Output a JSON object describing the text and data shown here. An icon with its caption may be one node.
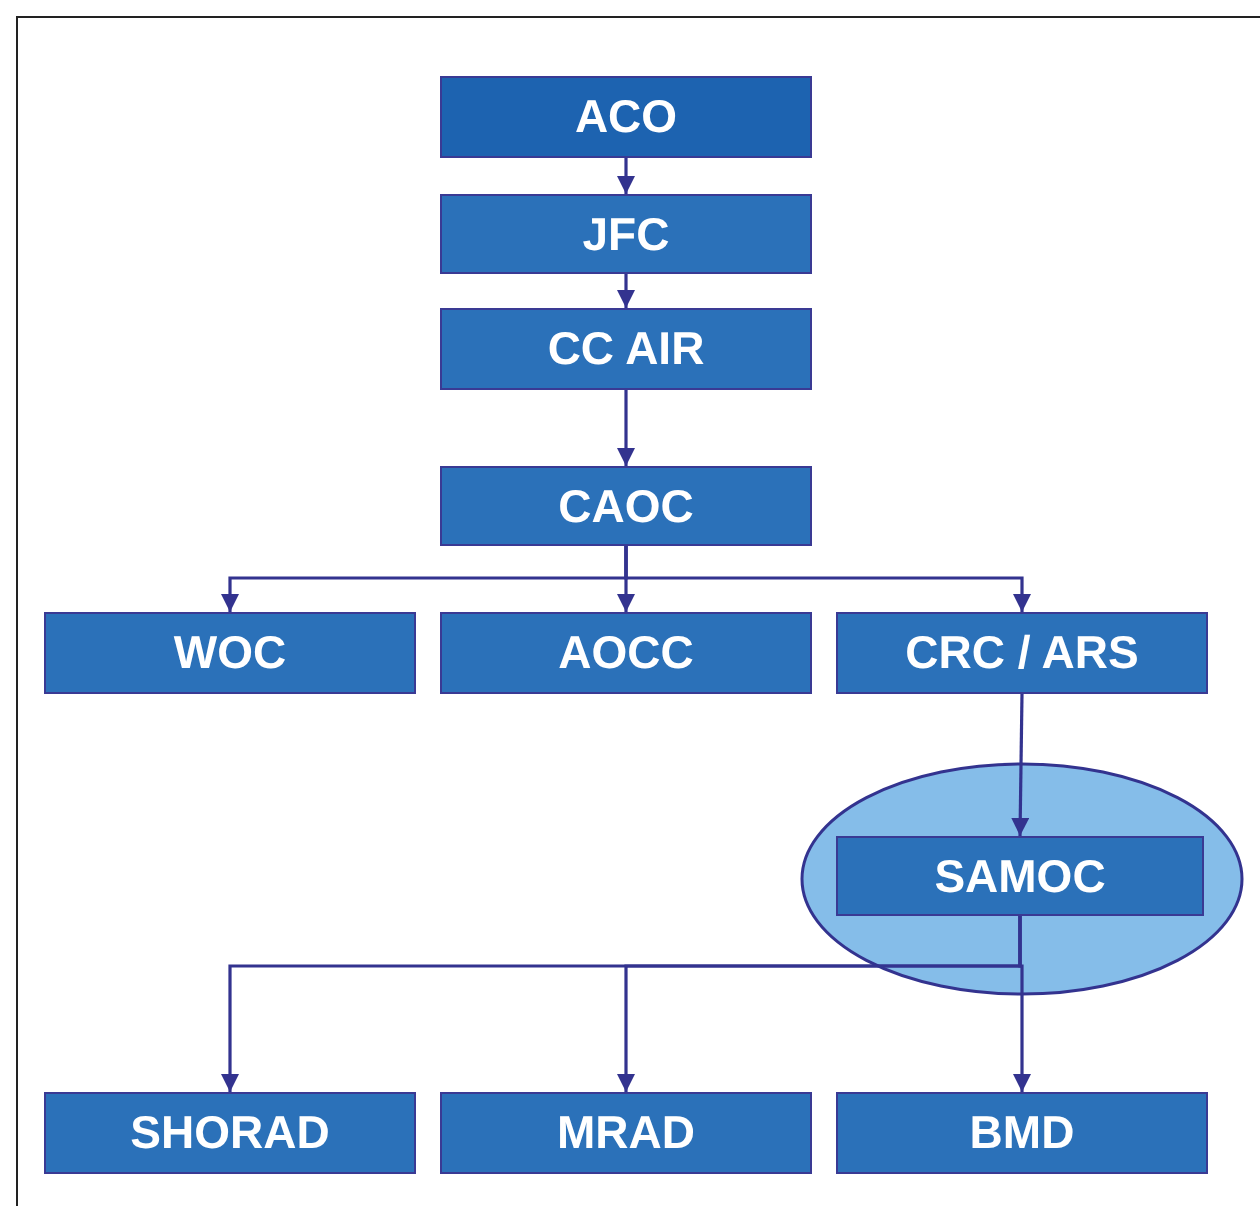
{
  "diagram": {
    "nodes": [
      {
        "text": [
          "ACO"
        ]
      },
      {
        "text": [
          "JFC"
        ]
      },
      {
        "text": [
          "CC AIR"
        ]
      },
      {
        "text": [
          "CAOC"
        ]
      },
      {
        "text": [
          "WOC"
        ]
      },
      {
        "text": [
          "AOCC"
        ]
      },
      {
        "text": [
          "CRC / ARS"
        ]
      },
      {
        "text": [],
        "shape": "circle"
      },
      {
        "text": [
          "SAMOC"
        ],
        "in": 7
      },
      {
        "text": [
          "SHORAD"
        ]
      },
      {
        "text": [
          "MRAD"
        ]
      },
      {
        "text": [
          "BMD"
        ]
      }
    ],
    "edges": [
      {
        "from": 0,
        "to": 1,
        "arrow": "to"
      },
      {
        "from": 1,
        "to": 2,
        "arrow": "to"
      },
      {
        "from": 2,
        "to": 3,
        "arrow": "to"
      },
      {
        "from": 3,
        "to": 4,
        "arrow": "to"
      },
      {
        "from": 3,
        "to": 5,
        "arrow": "to"
      },
      {
        "from": 3,
        "to": 6,
        "arrow": "to"
      },
      {
        "from": 6,
        "to": 8,
        "arrow": "to"
      },
      {
        "from": 8,
        "to": 9,
        "arrow": "to"
      },
      {
        "from": 8,
        "to": 10,
        "arrow": "to"
      },
      {
        "from": 8,
        "to": 11,
        "arrow": "to"
      }
    ]
  }
}
